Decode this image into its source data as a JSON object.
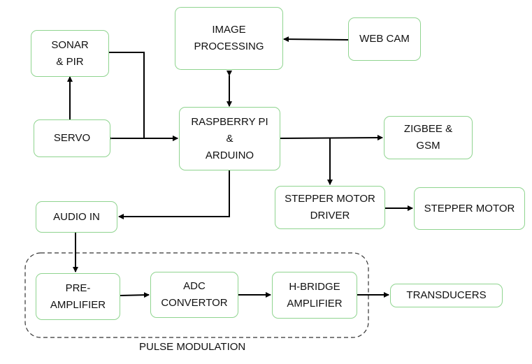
{
  "diagram": {
    "nodes": {
      "image_processing": "IMAGE\nPROCESSING",
      "web_cam": "WEB CAM",
      "sonar_pir": "SONAR\n& PIR",
      "servo": "SERVO",
      "raspberry_arduino": "RASPBERRY PI\n&\nARDUINO",
      "zigbee_gsm": "ZIGBEE &\nGSM",
      "stepper_driver": "STEPPER MOTOR\nDRIVER",
      "stepper_motor": "STEPPER MOTOR",
      "audio_in": "AUDIO IN",
      "pre_amplifier": "PRE-\nAMPLIFIER",
      "adc_convertor": "ADC\nCONVERTOR",
      "h_bridge": "H-BRIDGE\nAMPLIFIER",
      "transducers": "TRANSDUCERS"
    },
    "group_label": "PULSE MODULATION",
    "colors": {
      "box_border": "#8fd48f",
      "line": "#000000",
      "text": "#111111"
    }
  }
}
